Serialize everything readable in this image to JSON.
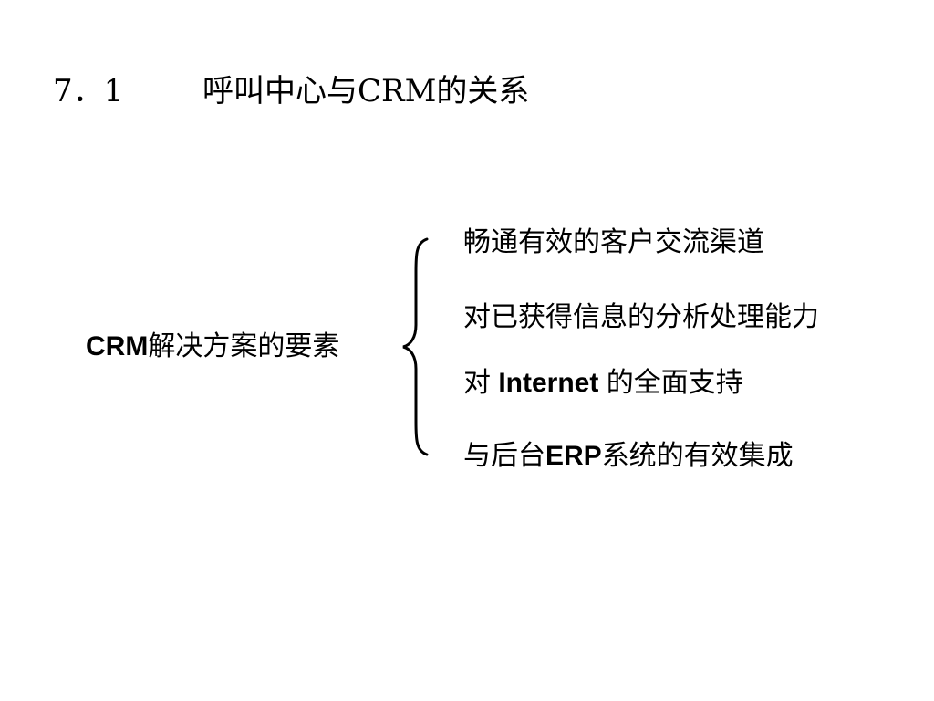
{
  "slide": {
    "title_number": "7．1",
    "title_text": "呼叫中心与CRM的关系"
  },
  "root": {
    "latin": "CRM",
    "text": "解决方案的要素"
  },
  "items": [
    {
      "prefix": "",
      "bold": "",
      "suffix": "畅通有效的客户交流渠道"
    },
    {
      "prefix": "",
      "bold": "",
      "suffix": "对已获得信息的分析处理能力"
    },
    {
      "prefix": "对 ",
      "bold": "Internet",
      "suffix": " 的全面支持"
    },
    {
      "prefix": "与后台",
      "bold": "ERP",
      "suffix": "系统的有效集成"
    }
  ],
  "colors": {
    "text": "#000000",
    "background": "#ffffff"
  }
}
